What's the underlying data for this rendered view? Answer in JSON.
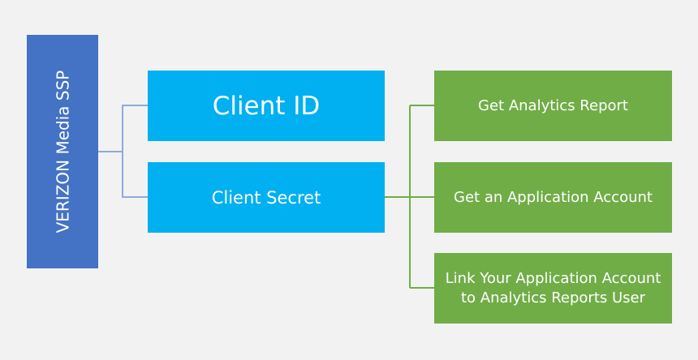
{
  "diagram": {
    "root": {
      "label": "VERIZON Media SSP"
    },
    "level1": [
      {
        "label": "Client ID"
      },
      {
        "label": "Client Secret"
      }
    ],
    "level2": [
      {
        "label": "Get Analytics Report"
      },
      {
        "label": "Get an Application Account"
      },
      {
        "label": "Link Your Application Account to Analytics Reports User"
      }
    ]
  },
  "colors": {
    "background": "#f2f2f2",
    "root": "#4472c4",
    "level1": "#00b0f0",
    "level2": "#70ad47",
    "connector_blue": "#8eaadb",
    "connector_green": "#70ad47"
  }
}
